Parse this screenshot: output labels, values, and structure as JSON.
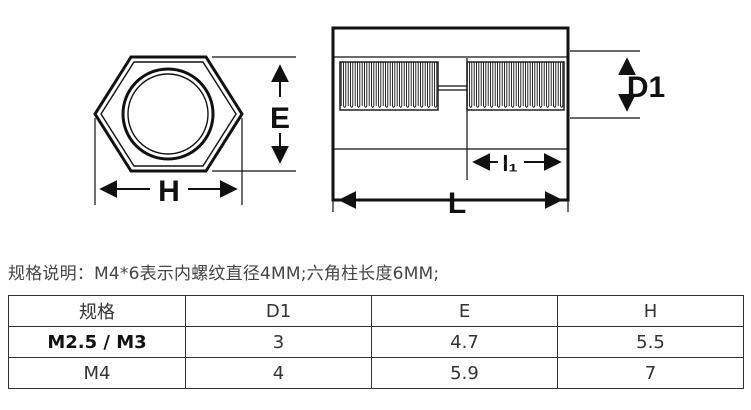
{
  "diagram": {
    "labels": {
      "e": "E",
      "h": "H",
      "d1": "D1",
      "l": "L",
      "l1": "l₁"
    }
  },
  "note": "规格说明：M4*6表示内螺纹直径4MM;六角柱长度6MM;",
  "table": {
    "headers": [
      "规格",
      "D1",
      "E",
      "H"
    ],
    "rows": [
      [
        "M2.5 / M3",
        "3",
        "4.7",
        "5.5"
      ],
      [
        "M4",
        "4",
        "5.9",
        "7"
      ]
    ]
  }
}
